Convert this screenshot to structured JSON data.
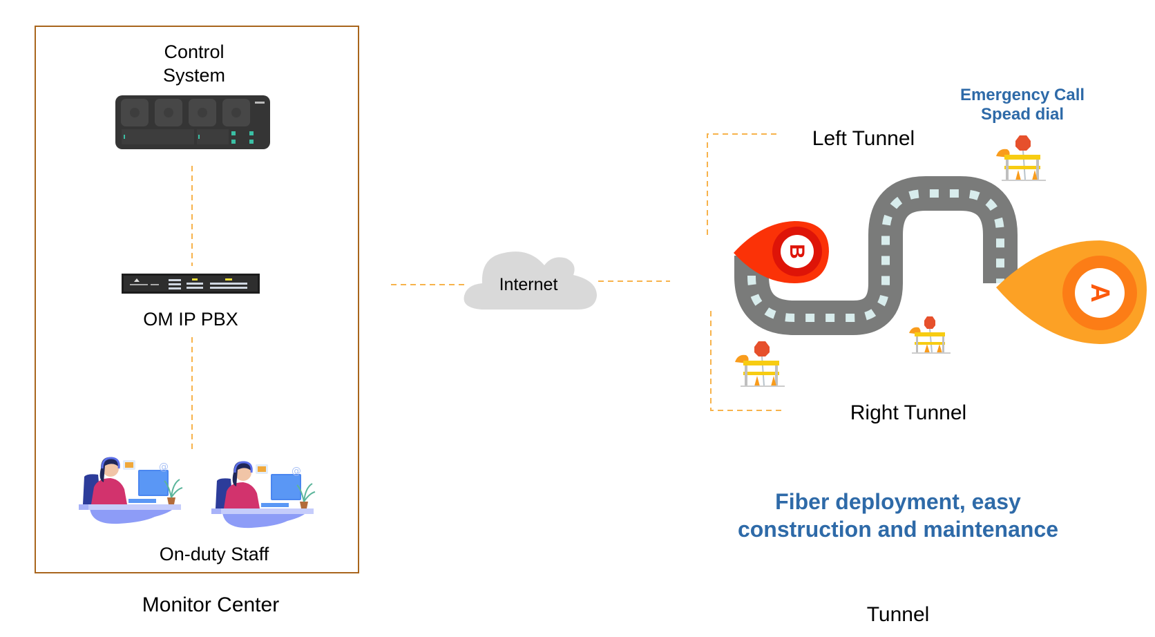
{
  "monitor_center": {
    "title": "Monitor Center",
    "control_system": {
      "label_line1": "Control",
      "label_line2": "System",
      "icon": "control-system-device-icon"
    },
    "pbx": {
      "label": "OM IP PBX",
      "icon": "rack-pbx-icon"
    },
    "staff": {
      "label": "On-duty Staff",
      "icon": "operator-at-desk-icon"
    }
  },
  "internet": {
    "label": "Internet",
    "icon": "cloud-icon"
  },
  "tunnel": {
    "title": "Tunnel",
    "left_label": "Left Tunnel",
    "right_label": "Right Tunnel",
    "emergency_line1": "Emergency Call",
    "emergency_line2": "Spead dial",
    "pin_a": "A",
    "pin_b": "B",
    "feature_line1": "Fiber deployment, easy",
    "feature_line2": "construction and maintenance"
  },
  "colors": {
    "box_border": "#a8651c",
    "connector": "#f7b24a",
    "accent_blue": "#2e6aa8",
    "road": "#7a7b7a",
    "pin_b": "#f22a0c",
    "pin_a": "#fca125"
  }
}
